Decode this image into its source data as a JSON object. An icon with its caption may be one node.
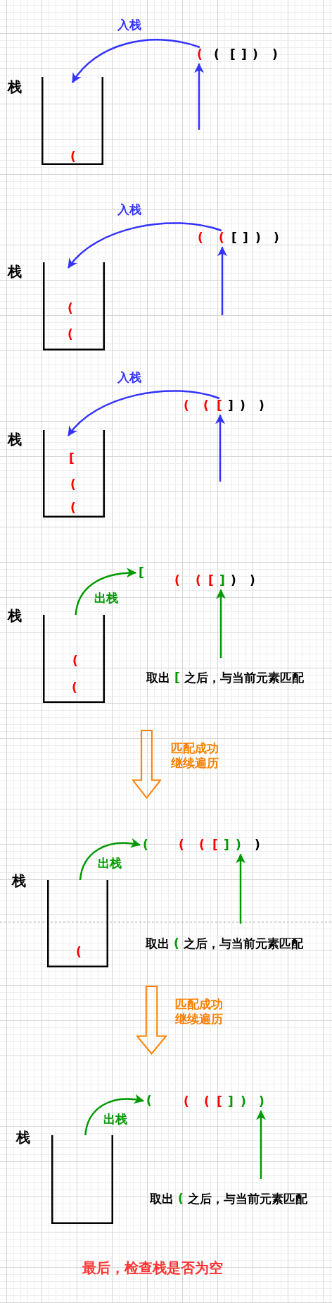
{
  "diagram": {
    "nodes": [
      {
        "text": [
          "("
        ]
      },
      {
        "text": [
          "("
        ]
      },
      {
        "text": [
          "["
        ]
      },
      {
        "text": [
          "]"
        ]
      },
      {
        "text": [
          ")"
        ]
      },
      {
        "text": [
          ")"
        ]
      },
      {
        "text": [],
        "shape": "box",
        "beside": [
          "栈"
        ]
      },
      {
        "text": [
          "("
        ],
        "in": 6
      },
      {
        "text": [
          "("
        ]
      },
      {
        "text": [
          "("
        ]
      },
      {
        "text": [
          "["
        ]
      },
      {
        "text": [
          "]"
        ]
      },
      {
        "text": [
          ")"
        ]
      },
      {
        "text": [
          ")"
        ]
      },
      {
        "text": [],
        "shape": "box",
        "beside": [
          "栈"
        ]
      },
      {
        "text": [
          "("
        ],
        "in": 14
      },
      {
        "text": [
          "("
        ],
        "in": 14
      },
      {
        "text": [
          "("
        ]
      },
      {
        "text": [
          "("
        ]
      },
      {
        "text": [
          "["
        ]
      },
      {
        "text": [
          "]"
        ]
      },
      {
        "text": [
          ")"
        ]
      },
      {
        "text": [
          ")"
        ]
      },
      {
        "text": [],
        "shape": "box",
        "beside": [
          "栈"
        ]
      },
      {
        "text": [
          "["
        ],
        "in": 23
      },
      {
        "text": [
          "("
        ],
        "in": 23
      },
      {
        "text": [
          "("
        ],
        "in": 23
      },
      {
        "text": [
          "["
        ]
      },
      {
        "text": [
          "("
        ]
      },
      {
        "text": [
          "("
        ]
      },
      {
        "text": [
          "["
        ]
      },
      {
        "text": [
          "]"
        ]
      },
      {
        "text": [
          ")"
        ]
      },
      {
        "text": [
          ")"
        ]
      },
      {
        "text": [],
        "shape": "box",
        "beside": [
          "栈"
        ]
      },
      {
        "text": [
          "("
        ],
        "in": 34
      },
      {
        "text": [
          "("
        ],
        "in": 34
      },
      {
        "text": [],
        "shape": "arrow",
        "beside": [
          "匹配成功继续遍历"
        ]
      },
      {
        "text": [
          "("
        ]
      },
      {
        "text": [
          "("
        ]
      },
      {
        "text": [
          "("
        ]
      },
      {
        "text": [
          "["
        ]
      },
      {
        "text": [
          "]"
        ]
      },
      {
        "text": [
          ")"
        ]
      },
      {
        "text": [
          ")"
        ]
      },
      {
        "text": [],
        "shape": "box",
        "beside": [
          "栈"
        ]
      },
      {
        "text": [
          "("
        ],
        "in": 45
      },
      {
        "text": [],
        "shape": "arrow",
        "beside": [
          "匹配成功继续遍历"
        ]
      },
      {
        "text": [
          "("
        ]
      },
      {
        "text": [
          "("
        ]
      },
      {
        "text": [
          "("
        ]
      },
      {
        "text": [
          "["
        ]
      },
      {
        "text": [
          "]"
        ]
      },
      {
        "text": [
          ")"
        ]
      },
      {
        "text": [
          ")"
        ]
      },
      {
        "text": [],
        "shape": "box",
        "beside": [
          "栈"
        ]
      }
    ],
    "edges": [
      {
        "from": 0,
        "to": 6,
        "arrow": "to",
        "label": "入栈",
        "color": "#3333ff"
      },
      {
        "from": null,
        "to": 0,
        "arrow": "to",
        "color": "#3333ff"
      },
      {
        "from": 9,
        "to": 14,
        "arrow": "to",
        "label": "入栈",
        "color": "#3333ff"
      },
      {
        "from": null,
        "to": 9,
        "arrow": "to",
        "color": "#3333ff"
      },
      {
        "from": 19,
        "to": 23,
        "arrow": "to",
        "label": "入栈",
        "color": "#3333ff"
      },
      {
        "from": null,
        "to": 19,
        "arrow": "to",
        "color": "#3333ff"
      },
      {
        "from": 34,
        "to": 27,
        "arrow": "to",
        "label": "出栈",
        "color": "#009900"
      },
      {
        "from": null,
        "to": 31,
        "arrow": "to",
        "color": "#009900"
      },
      {
        "from": 45,
        "to": 38,
        "arrow": "to",
        "label": "出栈",
        "color": "#009900"
      },
      {
        "from": null,
        "to": 43,
        "arrow": "to",
        "color": "#009900"
      },
      {
        "from": 55,
        "to": 48,
        "arrow": "to",
        "label": "出栈",
        "color": "#009900"
      },
      {
        "from": null,
        "to": 54,
        "arrow": "to",
        "color": "#009900"
      }
    ],
    "labels": [
      "取出 [ 之后，与当前元素匹配",
      "取出 ( 之后，与当前元素匹配",
      "取出 ( 之后，与当前元素匹配",
      "最后，检查栈是否为空"
    ]
  }
}
